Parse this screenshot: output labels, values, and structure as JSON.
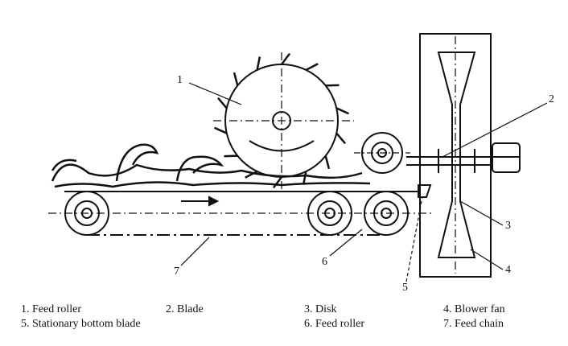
{
  "callouts": [
    "1",
    "2",
    "3",
    "4",
    "5",
    "6",
    "7"
  ],
  "legend": [
    "1. Feed roller",
    "2. Blade",
    "3. Disk",
    "4. Blower fan",
    "5. Stationary bottom blade",
    "6. Feed roller",
    "7. Feed chain"
  ]
}
